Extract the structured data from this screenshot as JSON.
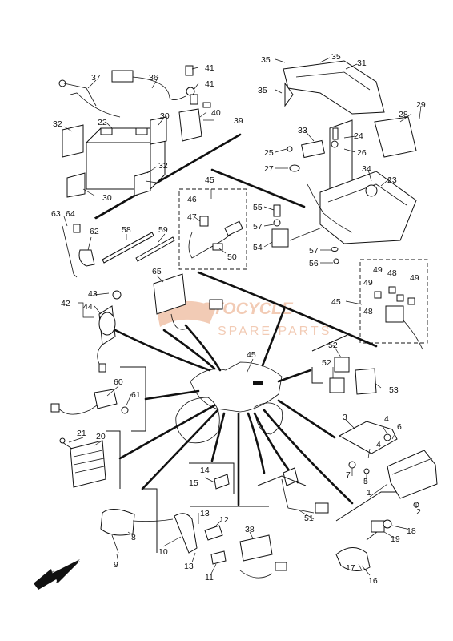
{
  "watermark": {
    "brand": "MOTOCYCLE",
    "tagline": "SPARE PARTS",
    "color": "#e9a27a"
  },
  "callouts": [
    "1",
    "2",
    "3",
    "4",
    "5",
    "6",
    "7",
    "8",
    "9",
    "10",
    "11",
    "12",
    "13",
    "14",
    "15",
    "16",
    "17",
    "18",
    "19",
    "20",
    "21",
    "22",
    "23",
    "24",
    "25",
    "26",
    "27",
    "28",
    "29",
    "30",
    "31",
    "32",
    "33",
    "34",
    "35",
    "36",
    "37",
    "38",
    "39",
    "40",
    "41",
    "42",
    "43",
    "44",
    "45",
    "46",
    "47",
    "48",
    "49",
    "50",
    "51",
    "52",
    "53",
    "54",
    "55",
    "56",
    "57",
    "58",
    "59",
    "60",
    "61",
    "62",
    "63",
    "64",
    "65"
  ],
  "direction_arrow": "front-direction-arrow"
}
